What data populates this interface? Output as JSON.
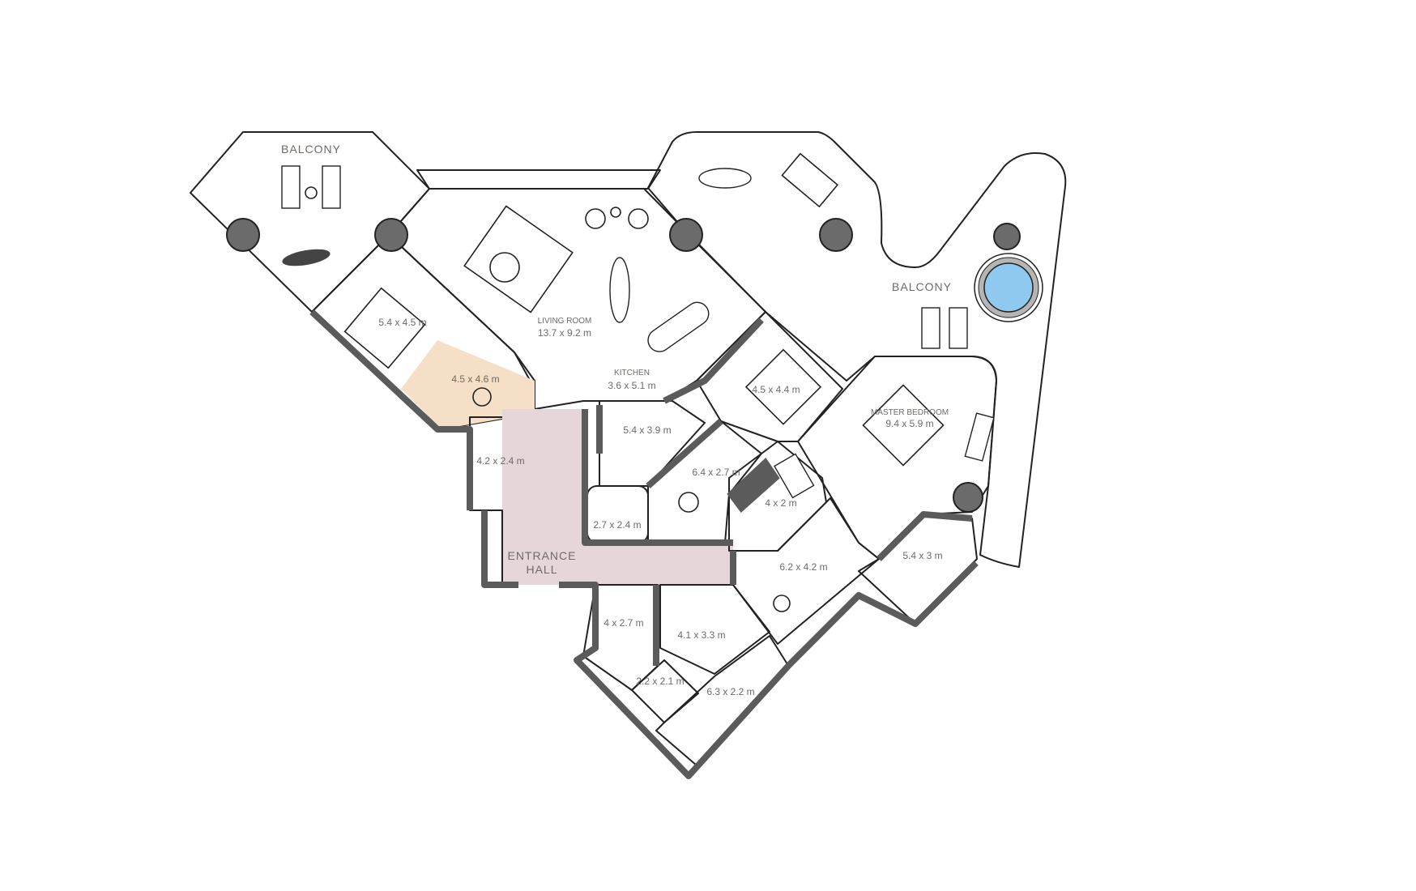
{
  "colors": {
    "balcony": "#f1f1ef",
    "living": "#dbe5df",
    "bedroom": "#efc9a0",
    "bedroom_light": "#f5dfc6",
    "hall": "#e7d6d9",
    "bath": "#ffffff",
    "wall": "#5b5b5b",
    "column": "#6b6b6b",
    "pool": "#8fc9ef"
  },
  "rooms": {
    "balcony_left": {
      "name": "BALCONY"
    },
    "balcony_right": {
      "name": "BALCONY"
    },
    "living_room": {
      "name": "LIVING ROOM",
      "size": "13.7 x 9.2 m"
    },
    "kitchen": {
      "name": "KITCHEN",
      "size": "3.6 x 5.1 m"
    },
    "bedroom_left": {
      "size": "5.4 x 4.5 m"
    },
    "dressing_left": {
      "size": "4.5 x 4.6 m"
    },
    "bath_left": {
      "size": "4.2 x 2.4 m"
    },
    "entrance_hall": {
      "name_line1": "ENTRANCE",
      "name_line2": "HALL"
    },
    "utility": {
      "size": "5.4 x 3.9 m"
    },
    "bath_small": {
      "size": "2.7 x 2.4 m"
    },
    "dressing_mid": {
      "size": "6.4 x 2.7 m"
    },
    "bedroom_mid": {
      "size": "4.5 x 4.4 m"
    },
    "bath_mid": {
      "size": "4 x 2 m"
    },
    "master_bedroom": {
      "name": "MASTER BEDROOM",
      "size": "9.4 x 5.9 m"
    },
    "master_dressing": {
      "size": "6.2 x 4.2 m"
    },
    "master_bath": {
      "size": "5.4 x 3 m"
    },
    "room_bottom_a": {
      "size": "4 x 2.7 m"
    },
    "room_bottom_b": {
      "size": "4.1 x 3.3 m"
    },
    "bath_bottom": {
      "size": "2.2 x 2.1 m"
    },
    "room_bottom_c": {
      "size": "6.3 x 2.2 m"
    }
  }
}
